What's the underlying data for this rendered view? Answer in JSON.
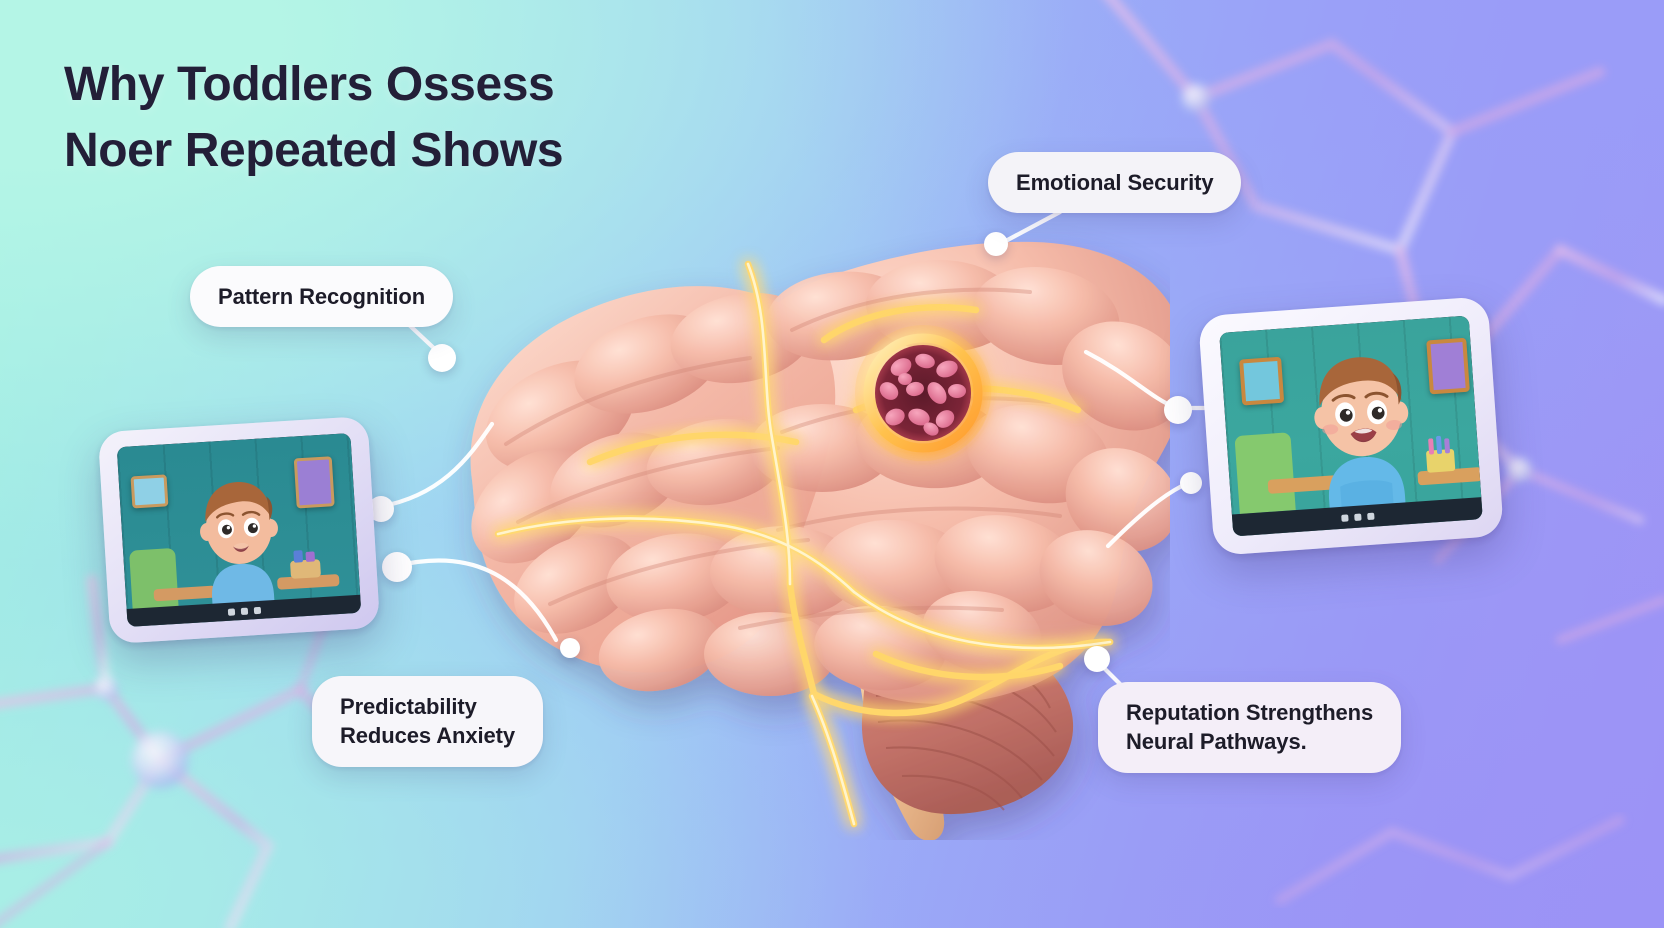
{
  "poster": {
    "title": "Why Toddlers Ossess\nNoer Repeated Shows",
    "background": {
      "left_color": "#a8f0e4",
      "mid_color": "#9cc8f5",
      "right_color": "#9a9cf5"
    }
  },
  "labels": [
    {
      "id": "pattern",
      "text": "Pattern Recognition",
      "bg": "#fbfbfd",
      "color": "#1d1c29"
    },
    {
      "id": "emotional",
      "text": "Emotional Security",
      "bg": "#f4f3f8",
      "color": "#1d1c29"
    },
    {
      "id": "predict",
      "text": "Predictability\nReduces Anxiety",
      "bg": "#f7f6fa",
      "color": "#1d1c29"
    },
    {
      "id": "reputation",
      "text": "Reputation Strengthens\nNeural Pathways.",
      "bg": "#f4eef8",
      "color": "#1d1c29"
    }
  ],
  "brain": {
    "name": "3d-brain-illustration",
    "tissue_color": "#f0aea0",
    "glow_color": "#ffc24d",
    "highlight_node_color": "#e06a8a",
    "cerebellum_color": "#c96a63",
    "stem_color": "#e9b88f"
  },
  "tablets": [
    {
      "id": "left-tablet",
      "frame_color": "#ded9f3",
      "screen_bg": "#2d8e95",
      "kid": {
        "hair": "#a8663a",
        "skin": "#f3bc9e",
        "shirt": "#6fb9e6"
      }
    },
    {
      "id": "right-tablet",
      "frame_color": "#f1eefb",
      "screen_bg": "#3ba79f",
      "kid": {
        "hair": "#a8663a",
        "skin": "#f5c3a6",
        "shirt": "#64b9e8"
      }
    }
  ],
  "connectors": {
    "dot_color": "#ffffff",
    "line_color": "#ffffff",
    "count": 6
  },
  "decor": {
    "node_color": "#c9d4f5",
    "branch_color": "#dba8dd"
  }
}
